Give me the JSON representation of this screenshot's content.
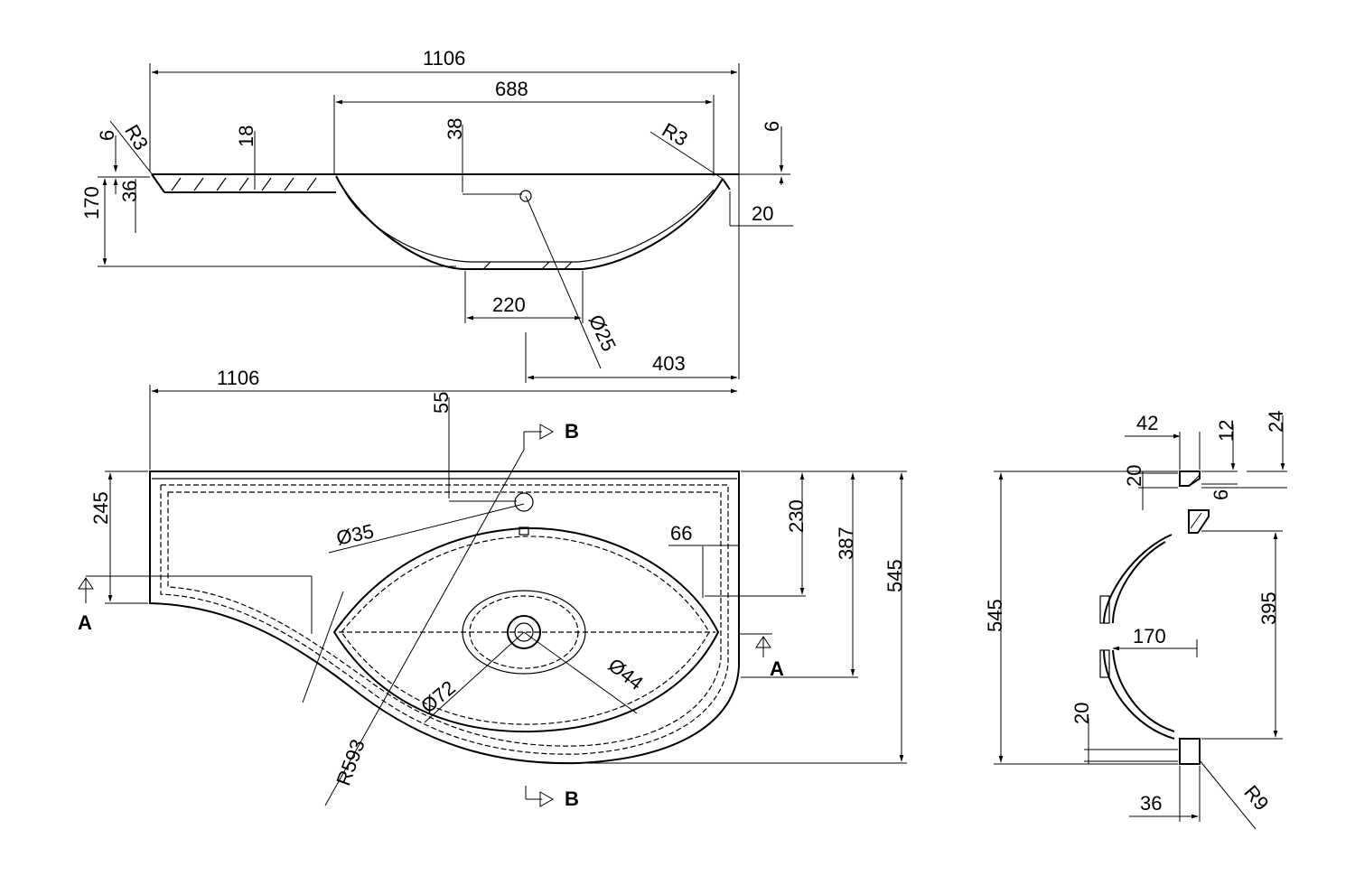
{
  "top_view": {
    "overall_width": "1106",
    "bowl_width": "688",
    "radius_left": "R3",
    "radius_right": "R3",
    "lip_left": "6",
    "lip_right": "6",
    "deck_thickness": "18",
    "drain_depth": "38",
    "rim_thickness": "36",
    "total_height": "170",
    "right_wall": "20",
    "drain_spacing": "220",
    "drain_diameter": "Ø25",
    "drain_offset": "403"
  },
  "plan_view": {
    "overall_width": "1106",
    "tap_offset": "55",
    "back_depth": "245",
    "tap_hole": "Ø35",
    "edge_inset": "66",
    "bowl_center": "230",
    "right_depth": "387",
    "total_depth": "545",
    "waste_outer": "Ø72",
    "waste_inner": "Ø44",
    "front_radius": "R593",
    "section_a": "A",
    "section_b": "B"
  },
  "section_view": {
    "top_step": "42",
    "lip_height": "12",
    "rim_height": "24",
    "rim_side": "20",
    "rim_inset": "6",
    "bowl_depth": "170",
    "bowl_span": "395",
    "total_depth": "545",
    "bottom_rim": "20",
    "bottom_width": "36",
    "bottom_radius": "R9"
  }
}
